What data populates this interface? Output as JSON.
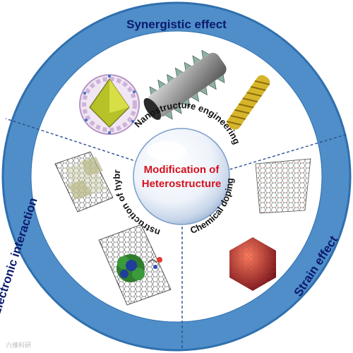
{
  "diagram": {
    "center_title_line1": "Modification of",
    "center_title_line2": "Heterostructure",
    "outer_labels": {
      "top": "Synergistic effect",
      "left": "Electronic interaction",
      "right": "Strain effect"
    },
    "inner_labels": {
      "top": "Nanostructure engineering",
      "left": "Construction of hybrids",
      "right": "Chemical doping"
    },
    "watermark": "六维科研"
  },
  "colors": {
    "outer_ring": "#4f8ec9",
    "ring_edge": "#2f6fae",
    "divider": "#2b4f8f",
    "center_text": "#d6111e",
    "ring_text": "#0b1a6e",
    "sphere_edge": "#7a9cc7"
  },
  "icons": {
    "top_left": "octahedron-in-nanoshell-icon",
    "top_center": "spiky-nanorod-icon",
    "top_right": "twisted-nanowire-icon",
    "left_top": "graphene-sheets-icon",
    "left_bottom": "hybrid-cluster-on-graphene-icon",
    "right_top": "doped-lattice-icon",
    "right_bottom": "hexagonal-nanocrystal-icon"
  }
}
